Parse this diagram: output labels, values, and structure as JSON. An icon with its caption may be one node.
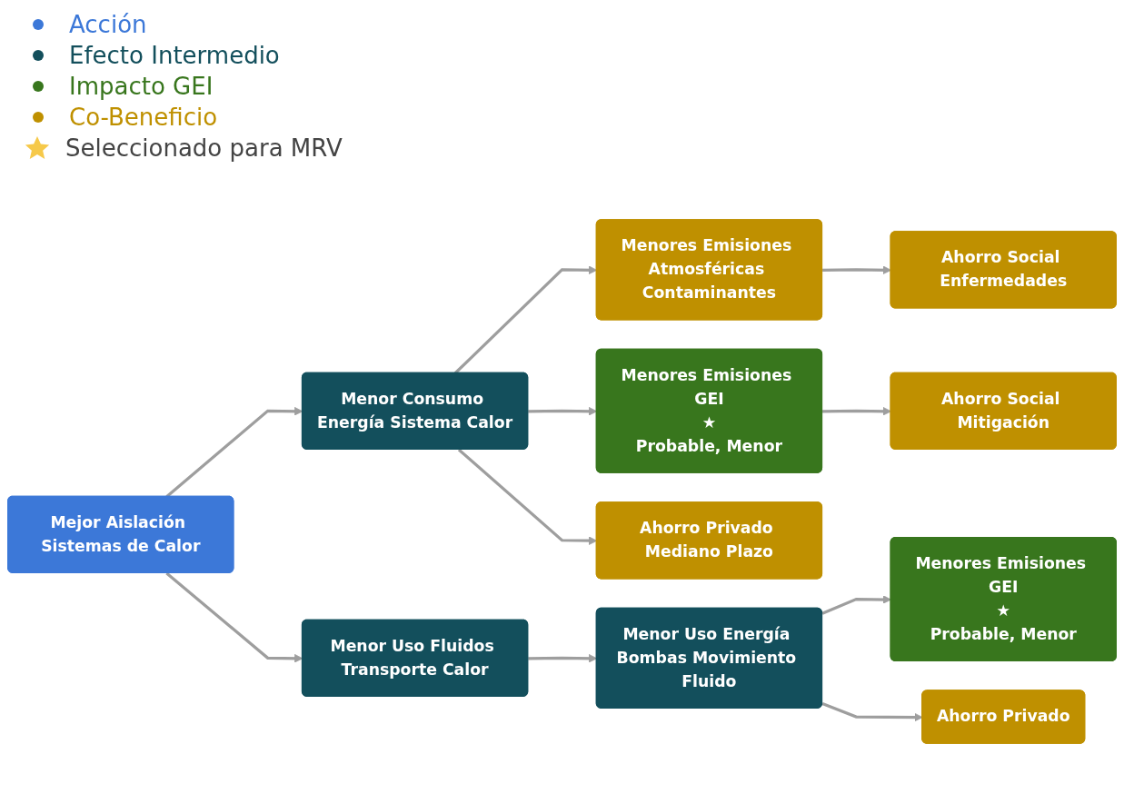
{
  "diagram": {
    "nodes": [
      {
        "text": [
          "Mejor Aislación Sistemas de Calor"
        ]
      },
      {
        "text": [
          "Menor Consumo Energía Sistema Calor"
        ]
      },
      {
        "text": [
          "Menor Uso Fluidos Transporte Calor"
        ]
      },
      {
        "text": [
          "Menores Emisiones Atmosféricas Contaminantes"
        ]
      },
      {
        "text": [
          "Menores Emisiones GEI",
          "★",
          "Probable, Menor"
        ]
      },
      {
        "text": [
          "Ahorro Privado Mediano Plazo"
        ]
      },
      {
        "text": [
          "Ahorro Social Enfermedades"
        ]
      },
      {
        "text": [
          "Ahorro Social Mitigación"
        ]
      },
      {
        "text": [
          "Menor Uso Energía Bombas Movimiento Fluido"
        ]
      },
      {
        "text": [
          "Menores Emisiones GEI",
          "★",
          "Probable, Menor"
        ]
      },
      {
        "text": [
          "Ahorro Privado"
        ]
      }
    ],
    "edges": [
      {
        "from": 0,
        "to": 1,
        "arrow": "to"
      },
      {
        "from": 0,
        "to": 2,
        "arrow": "to"
      },
      {
        "from": 1,
        "to": 3,
        "arrow": "to"
      },
      {
        "from": 1,
        "to": 4,
        "arrow": "to"
      },
      {
        "from": 1,
        "to": 5,
        "arrow": "to"
      },
      {
        "from": 3,
        "to": 6,
        "arrow": "to"
      },
      {
        "from": 4,
        "to": 7,
        "arrow": "to"
      },
      {
        "from": 2,
        "to": 8,
        "arrow": "to"
      },
      {
        "from": 8,
        "to": 9,
        "arrow": "to"
      },
      {
        "from": 8,
        "to": 10,
        "arrow": "to"
      }
    ],
    "legend": [
      {
        "text": "Acción",
        "color": "#3c78d8"
      },
      {
        "text": "Efecto Intermedio",
        "color": "#134f5c"
      },
      {
        "text": "Impacto GEI",
        "color": "#38761d"
      },
      {
        "text": "Co-Beneficio",
        "color": "#bf9000"
      },
      {
        "text": "Seleccionado para MRV"
      }
    ]
  }
}
